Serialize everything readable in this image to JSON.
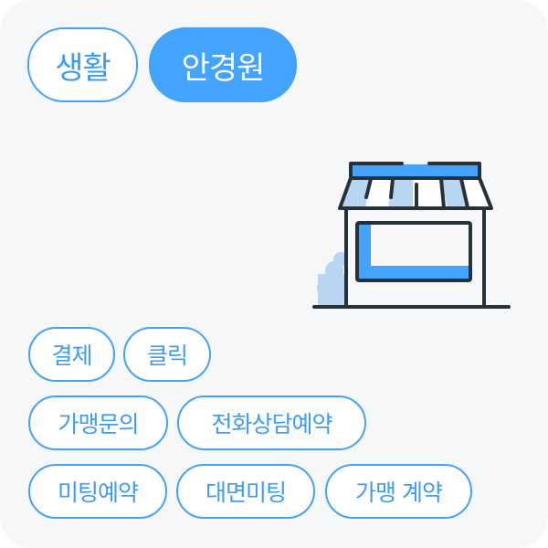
{
  "primary_tags": [
    {
      "label": "생활",
      "selected": false
    },
    {
      "label": "안경원",
      "selected": true
    }
  ],
  "action_tags": {
    "row1": [
      {
        "label": "결제"
      },
      {
        "label": "클릭"
      }
    ],
    "row2": [
      {
        "label": "가맹문의"
      },
      {
        "label": "전화상담예약"
      }
    ],
    "row3": [
      {
        "label": "미팅예약"
      },
      {
        "label": "대면미팅"
      },
      {
        "label": "가맹 계약"
      }
    ]
  },
  "illustration": {
    "icon": "storefront-icon",
    "colors": {
      "accent": "#43a3fd",
      "accent_light": "#b8d6f2",
      "outline": "#263238",
      "background": "#f6f7f9"
    }
  },
  "colors": {
    "chip_border": "#44a2f8",
    "chip_text": "#3e9cf3",
    "chip_selected_bg": "#43a3fd",
    "chip_selected_text": "#ffffff"
  }
}
